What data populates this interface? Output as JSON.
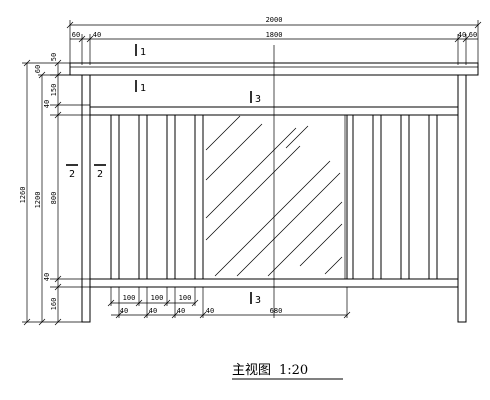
{
  "dimensions": {
    "top_overall": "2000",
    "top_left_post": "60",
    "top_left_gap": "40",
    "top_middle": "1800",
    "top_right_gap": "40",
    "top_right_post": "60",
    "rail_top_60": "60",
    "rail_top_50": "50",
    "gap_150": "150",
    "rail_40_upper": "40",
    "panel_800": "800",
    "rail_40_lower": "40",
    "bottom_160": "160",
    "overall_1260": "1260",
    "inner_1200": "1200",
    "baluster_100_a": "100",
    "baluster_100_b": "100",
    "baluster_100_c": "100",
    "spacing_40_a": "40",
    "spacing_40_b": "40",
    "spacing_40_c": "40",
    "spacing_40_d": "40",
    "glass_680": "680"
  },
  "section_marks": {
    "s1_upper": "1",
    "s1_lower": "1",
    "s3_upper": "3",
    "s3_lower": "3",
    "s2_left": "2",
    "s2_right": "2"
  },
  "caption": {
    "title": "主视图",
    "scale": "1:20"
  }
}
